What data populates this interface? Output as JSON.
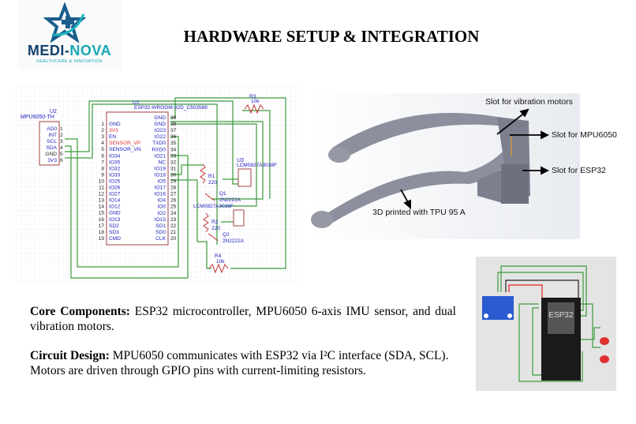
{
  "logo": {
    "name_a": "MEDI-",
    "name_b": "NOVA",
    "tagline": "HEALTHCARE & INNOVATION"
  },
  "title": "HARDWARE SETUP & INTEGRATION",
  "schematic": {
    "u1_ref": "U1",
    "u1_part": "ESP32-WROOM-32D_C503588",
    "u1_left_pins": [
      {
        "n": "1",
        "l": "GND"
      },
      {
        "n": "2",
        "l": "3V3",
        "red": true
      },
      {
        "n": "3",
        "l": "EN"
      },
      {
        "n": "4",
        "l": "SENSOR_VP",
        "red": true
      },
      {
        "n": "5",
        "l": "SENSOR_VN"
      },
      {
        "n": "6",
        "l": "IO34"
      },
      {
        "n": "7",
        "l": "IO35"
      },
      {
        "n": "8",
        "l": "IO32"
      },
      {
        "n": "9",
        "l": "IO33"
      },
      {
        "n": "10",
        "l": "IO25"
      },
      {
        "n": "11",
        "l": "IO26"
      },
      {
        "n": "12",
        "l": "IO27"
      },
      {
        "n": "13",
        "l": "IO14"
      },
      {
        "n": "14",
        "l": "IO12"
      },
      {
        "n": "15",
        "l": "GND"
      },
      {
        "n": "16",
        "l": "IO13"
      },
      {
        "n": "17",
        "l": "SD2"
      },
      {
        "n": "18",
        "l": "SD3"
      },
      {
        "n": "19",
        "l": "CMD"
      }
    ],
    "u1_right_pins": [
      {
        "n": "39",
        "l": "GND"
      },
      {
        "n": "38",
        "l": "GND"
      },
      {
        "n": "37",
        "l": "IO23"
      },
      {
        "n": "36",
        "l": "IO22"
      },
      {
        "n": "35",
        "l": "TXD0"
      },
      {
        "n": "34",
        "l": "RXD0"
      },
      {
        "n": "33",
        "l": "IO21"
      },
      {
        "n": "32",
        "l": "NC"
      },
      {
        "n": "31",
        "l": "IO19"
      },
      {
        "n": "30",
        "l": "IO18"
      },
      {
        "n": "29",
        "l": "IO5"
      },
      {
        "n": "28",
        "l": "IO17"
      },
      {
        "n": "27",
        "l": "IO16"
      },
      {
        "n": "26",
        "l": "IO4"
      },
      {
        "n": "25",
        "l": "IO0"
      },
      {
        "n": "24",
        "l": "IO2"
      },
      {
        "n": "23",
        "l": "IO15"
      },
      {
        "n": "22",
        "l": "SD1"
      },
      {
        "n": "21",
        "l": "SD0"
      },
      {
        "n": "20",
        "l": "CLK"
      }
    ],
    "u2_ref": "U2",
    "u2_part": "MPU6050-TH",
    "u2_pins": [
      {
        "n": "1",
        "l": "AD0"
      },
      {
        "n": "2",
        "l": "INT"
      },
      {
        "n": "3",
        "l": "SCL"
      },
      {
        "n": "4",
        "l": "SDA"
      },
      {
        "n": "5",
        "l": "GND"
      },
      {
        "n": "6",
        "l": "3V3"
      }
    ],
    "u3_ref": "U3",
    "motor_part": "LCM0827A3038F",
    "r1": {
      "ref": "R1",
      "val": "220"
    },
    "r2": {
      "ref": "R2",
      "val": "220"
    },
    "r3": {
      "ref": "R3",
      "val": "10k"
    },
    "r4": {
      "ref": "R4",
      "val": "10k"
    },
    "q1": {
      "ref": "Q1",
      "val": "2N2222A"
    },
    "q2": {
      "ref": "Q2",
      "val": "2N2222A"
    },
    "colors": {
      "wire": "#3c9a3c",
      "pin_text": "#2020c0",
      "red_text": "#e03030",
      "body": "#a04040",
      "grid": "#e6e6ee"
    }
  },
  "render": {
    "labels": {
      "vibration": "Slot for vibration motors",
      "mpu": "Slot for MPU6050",
      "esp": "Slot for ESP32",
      "tpu": "3D printed with TPU 95 A"
    }
  },
  "sim": {
    "board_label": "ESP32"
  },
  "text": {
    "core_heading": "Core Components:",
    "core_body": " ESP32 microcontroller, MPU6050 6-axis IMU sensor, and dual vibration motors.",
    "circuit_heading": "Circuit Design:",
    "circuit_body": " MPU6050 communicates with ESP32 via I²C interface (SDA, SCL). Motors are driven through GPIO pins with current-limiting resistors."
  }
}
